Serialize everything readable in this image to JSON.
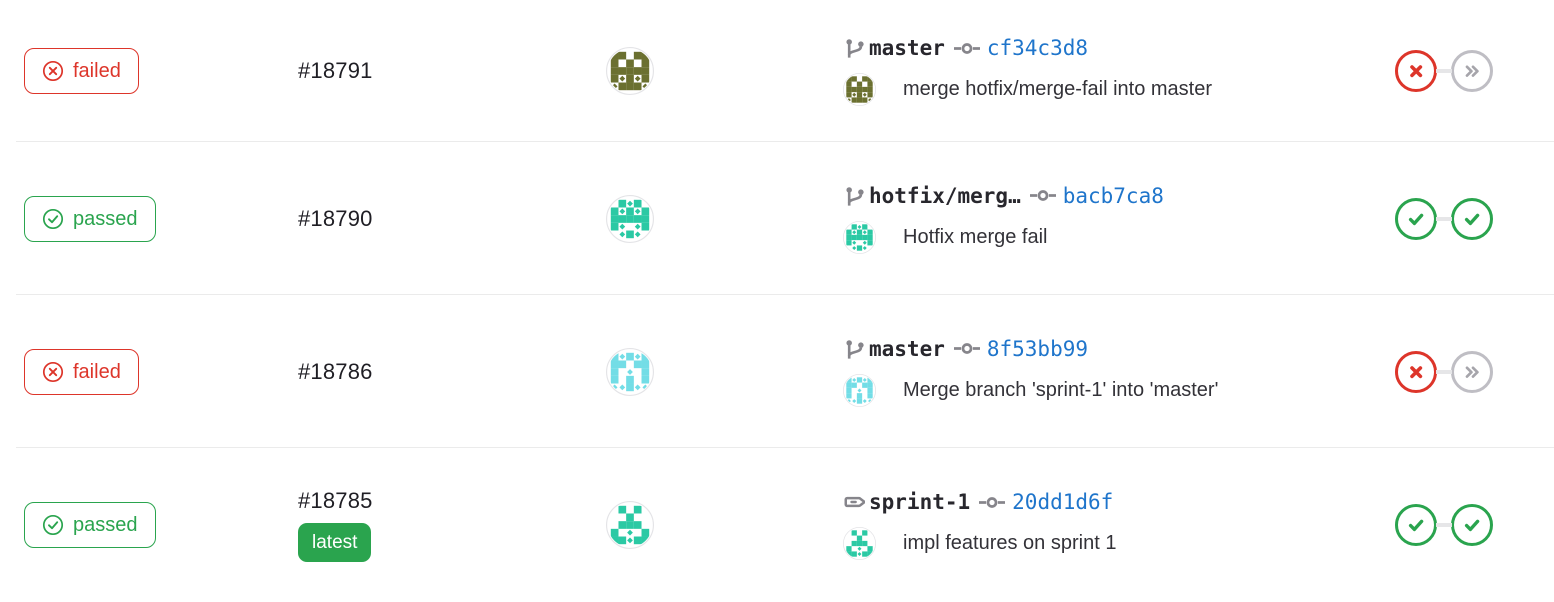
{
  "colors": {
    "failed": "#dd352a",
    "passed": "#2aa44e",
    "sha_link": "#1f75cb",
    "latest_badge_bg": "#2aa44e",
    "ref_text": "#28272d",
    "message_text": "#333238"
  },
  "rows": [
    {
      "status_label": "failed",
      "status_kind": "failed",
      "pipeline_id": "#18791",
      "avatar_color": "#6b7030",
      "ref_type": "branch",
      "ref_name": "master",
      "commit_sha": "cf34c3d8",
      "commit_message": "merge hotfix/merge-fail into master",
      "stages": [
        "failed",
        "skipped"
      ]
    },
    {
      "status_label": "passed",
      "status_kind": "passed",
      "pipeline_id": "#18790",
      "avatar_color": "#2bc9a4",
      "ref_type": "branch",
      "ref_name": "hotfix/merg…",
      "commit_sha": "bacb7ca8",
      "commit_message": "Hotfix merge fail",
      "stages": [
        "passed",
        "passed"
      ]
    },
    {
      "status_label": "failed",
      "status_kind": "failed",
      "pipeline_id": "#18786",
      "avatar_color": "#73dde6",
      "ref_type": "branch",
      "ref_name": "master",
      "commit_sha": "8f53bb99",
      "commit_message": "Merge branch 'sprint-1' into 'master'",
      "stages": [
        "failed",
        "skipped"
      ]
    },
    {
      "status_label": "passed",
      "status_kind": "passed",
      "pipeline_id": "#18785",
      "latest_label": "latest",
      "avatar_color": "#2bc9a4",
      "ref_type": "tag",
      "ref_name": "sprint-1",
      "commit_sha": "20dd1d6f",
      "commit_message": "impl features on sprint 1",
      "stages": [
        "passed",
        "passed"
      ]
    }
  ]
}
